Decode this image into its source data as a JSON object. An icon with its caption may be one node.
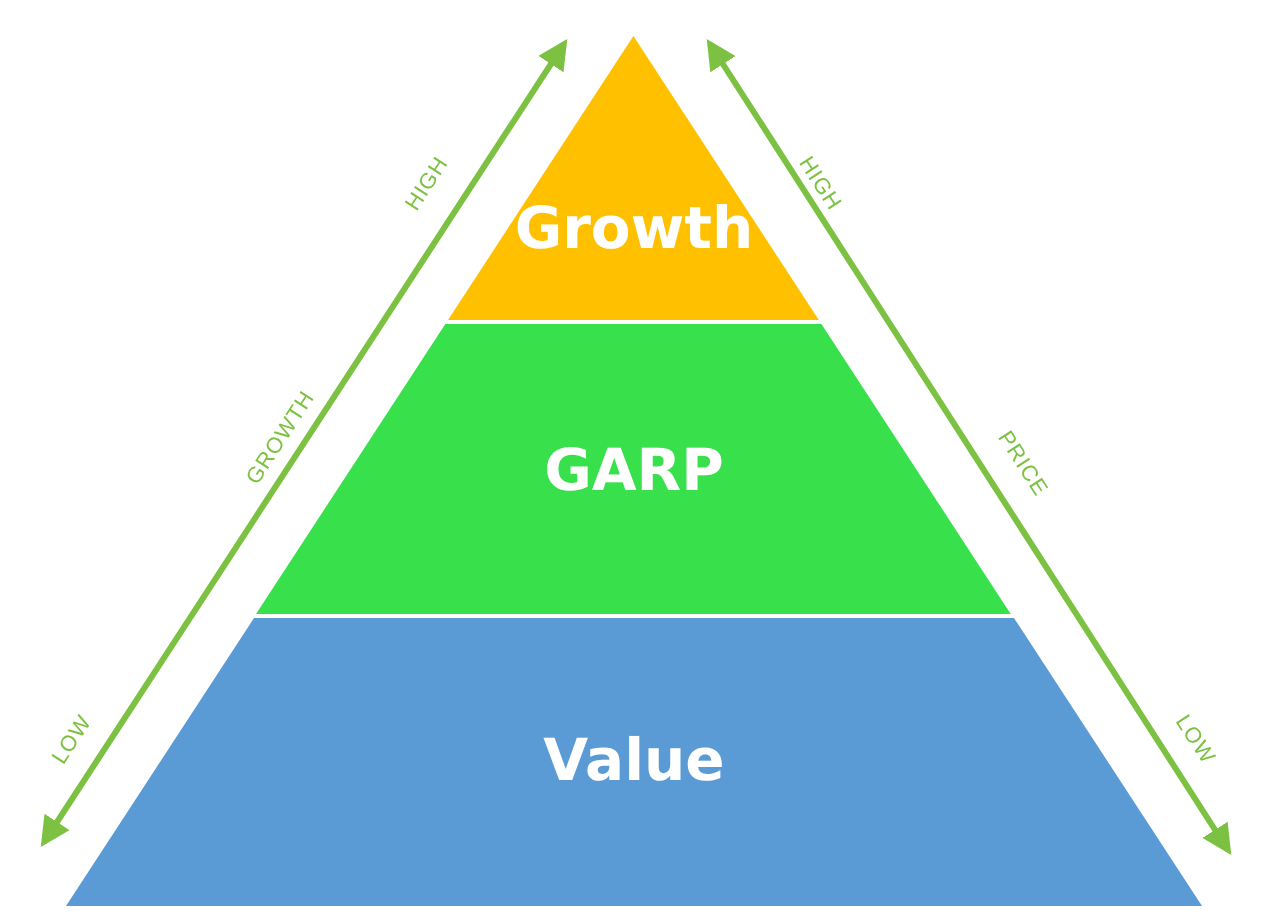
{
  "diagram": {
    "nodes": [
      {
        "text": [
          "Growth"
        ]
      },
      {
        "text": [
          "GARP"
        ]
      },
      {
        "text": [
          "Value"
        ]
      }
    ],
    "labels": [
      "HIGH",
      "GROWTH",
      "LOW",
      "HIGH",
      "PRICE",
      "LOW"
    ]
  }
}
